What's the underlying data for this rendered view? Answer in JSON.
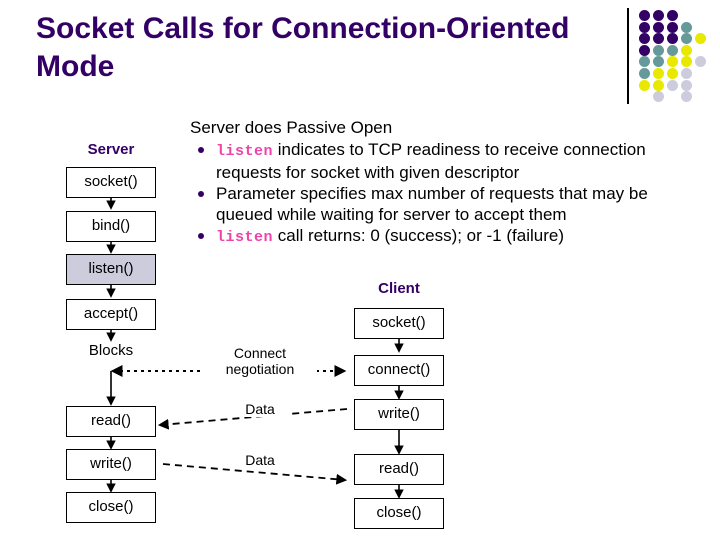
{
  "slide": {
    "title": "Socket Calls for Connection-Oriented Mode",
    "accent_color": "#330066",
    "code_color": "#ee44aa",
    "highlight_color": "#ccccdd"
  },
  "deco": {
    "name": "decorative-dot-grid",
    "colors": {
      "purple": "#330066",
      "teal": "#669999",
      "yellow": "#e8e800",
      "lavender": "#ccccdd"
    }
  },
  "body": {
    "lead": "Server does Passive Open",
    "bullets": [
      {
        "code": "listen",
        "text": " indicates to TCP readiness to receive connection requests for socket with given descriptor"
      },
      {
        "code": "",
        "text": "Parameter specifies max number of requests that may be queued while waiting for server to accept them"
      },
      {
        "code": "listen",
        "text": " call returns: 0 (success); or -1 (failure)"
      }
    ]
  },
  "diagram": {
    "server": {
      "heading": "Server",
      "steps": [
        {
          "label": "socket()",
          "highlight": false
        },
        {
          "label": "bind()",
          "highlight": false
        },
        {
          "label": "listen()",
          "highlight": true
        },
        {
          "label": "accept()",
          "highlight": false
        },
        {
          "label": "read()",
          "highlight": false
        },
        {
          "label": "write()",
          "highlight": false
        },
        {
          "label": "close()",
          "highlight": false
        }
      ],
      "blocks_label": "Blocks"
    },
    "client": {
      "heading": "Client",
      "steps": [
        {
          "label": "socket()",
          "highlight": false
        },
        {
          "label": "connect()",
          "highlight": false
        },
        {
          "label": "write()",
          "highlight": false
        },
        {
          "label": "read()",
          "highlight": false
        },
        {
          "label": "close()",
          "highlight": false
        }
      ]
    },
    "flows": [
      {
        "label_line1": "Connect",
        "label_line2": "negotiation",
        "style": "dotted"
      },
      {
        "label_line1": "Data",
        "label_line2": "",
        "style": "dashed"
      },
      {
        "label_line1": "Data",
        "label_line2": "",
        "style": "dashed"
      }
    ]
  }
}
